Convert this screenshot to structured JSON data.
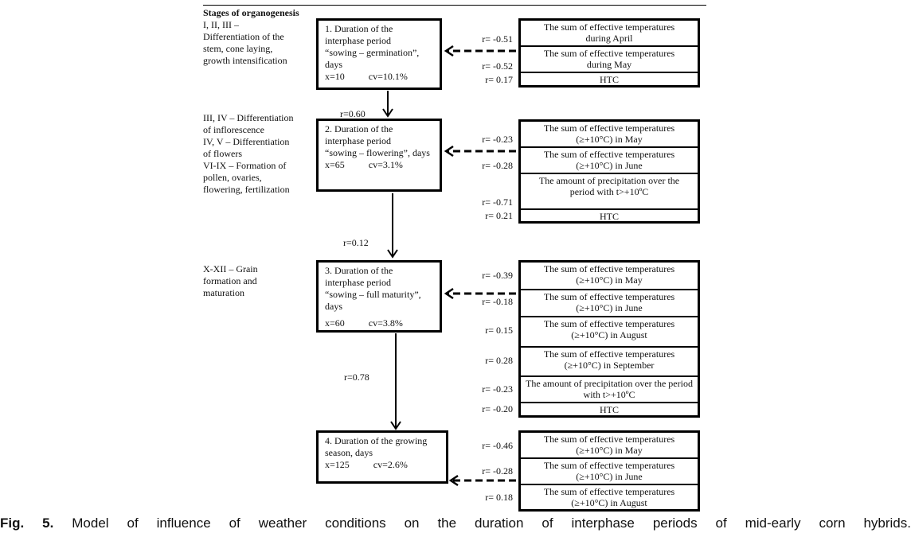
{
  "stages_title": "Stages of organogenesis",
  "stages": [
    {
      "lines": [
        "I, II, III –",
        "Differentiation of the",
        "stem, cone laying,",
        "growth intensification"
      ]
    },
    {
      "lines": [
        "III, IV – Differentiation",
        "of inflorescence",
        "IV, V – Differentiation",
        "of flowers",
        "VI-IX – Formation of",
        "pollen, ovaries,",
        "flowering, fertilization"
      ]
    },
    {
      "lines": [
        "X-XII – Grain",
        "formation and",
        "maturation"
      ]
    }
  ],
  "periods": [
    {
      "lines": [
        "1. Duration of the",
        "interphase period",
        "“sowing – germination”,",
        "days"
      ],
      "x": "x=10",
      "cv": "cv=10.1%"
    },
    {
      "lines": [
        "2. Duration of the",
        "interphase period",
        "“sowing – flowering”, days"
      ],
      "x": "x=65",
      "cv": "cv=3.1%"
    },
    {
      "lines": [
        "3. Duration of the",
        "interphase period",
        "“sowing – full maturity”,",
        "days",
        ""
      ],
      "x": "x=60",
      "cv": "cv=3.8%"
    },
    {
      "lines": [
        "4. Duration of the growing",
        "season, days"
      ],
      "x": "x=125",
      "cv": "cv=2.6%"
    }
  ],
  "links": [
    "r=0.60",
    "r=0.12",
    "r=0.78"
  ],
  "factor_groups": [
    {
      "factors": [
        {
          "l1": "The sum of effective temperatures",
          "l2": "during April",
          "r": "r= -0.51"
        },
        {
          "l1": "The sum of effective temperatures",
          "l2": "during May",
          "r": "r= -0.52"
        },
        {
          "l1": "HTC",
          "l2": "",
          "r": "r= 0.17"
        }
      ]
    },
    {
      "factors": [
        {
          "l1": "The sum of effective temperatures",
          "l2": "(≥+10°C) in May",
          "r": "r= -0.23"
        },
        {
          "l1": "The sum of effective temperatures",
          "l2": "(≥+10°C) in June",
          "r": "r= -0.28"
        },
        {
          "l1": "The amount of precipitation over the",
          "l2": "period with t>+10ºC",
          "r": "r= -0.71"
        },
        {
          "l1": "HTC",
          "l2": "",
          "r": "r= 0.21"
        }
      ]
    },
    {
      "factors": [
        {
          "l1": "The sum of effective temperatures",
          "l2": "(≥+10°C) in May",
          "r": "r= -0.39"
        },
        {
          "l1": "The sum of effective temperatures",
          "l2": "(≥+10°C) in June",
          "r": "r= -0.18"
        },
        {
          "l1": "The sum of effective temperatures",
          "l2": "(≥+10°C) in August",
          "r": "r= 0.15"
        },
        {
          "l1": "The sum of effective temperatures",
          "l2": "(≥+10°C) in September",
          "r": "r= 0.28"
        },
        {
          "l1": "The amount of precipitation over the period",
          "l2": "with t>+10ºC",
          "r": "r= -0.23"
        },
        {
          "l1": "HTC",
          "l2": "",
          "r": "r= -0.20"
        }
      ]
    },
    {
      "factors": [
        {
          "l1": "The sum of effective temperatures",
          "l2": "(≥+10°C) in May",
          "r": "r= -0.46"
        },
        {
          "l1": "The sum of effective temperatures",
          "l2": "(≥+10°C) in June",
          "r": "r= -0.28"
        },
        {
          "l1": "The sum of effective temperatures",
          "l2": "(≥+10°C) in August",
          "r": "r= 0.18"
        }
      ]
    }
  ],
  "caption": {
    "label": "Fig. 5.",
    "text": "Model of influence of weather conditions on the duration of interphase periods of mid-early corn hybrids."
  }
}
